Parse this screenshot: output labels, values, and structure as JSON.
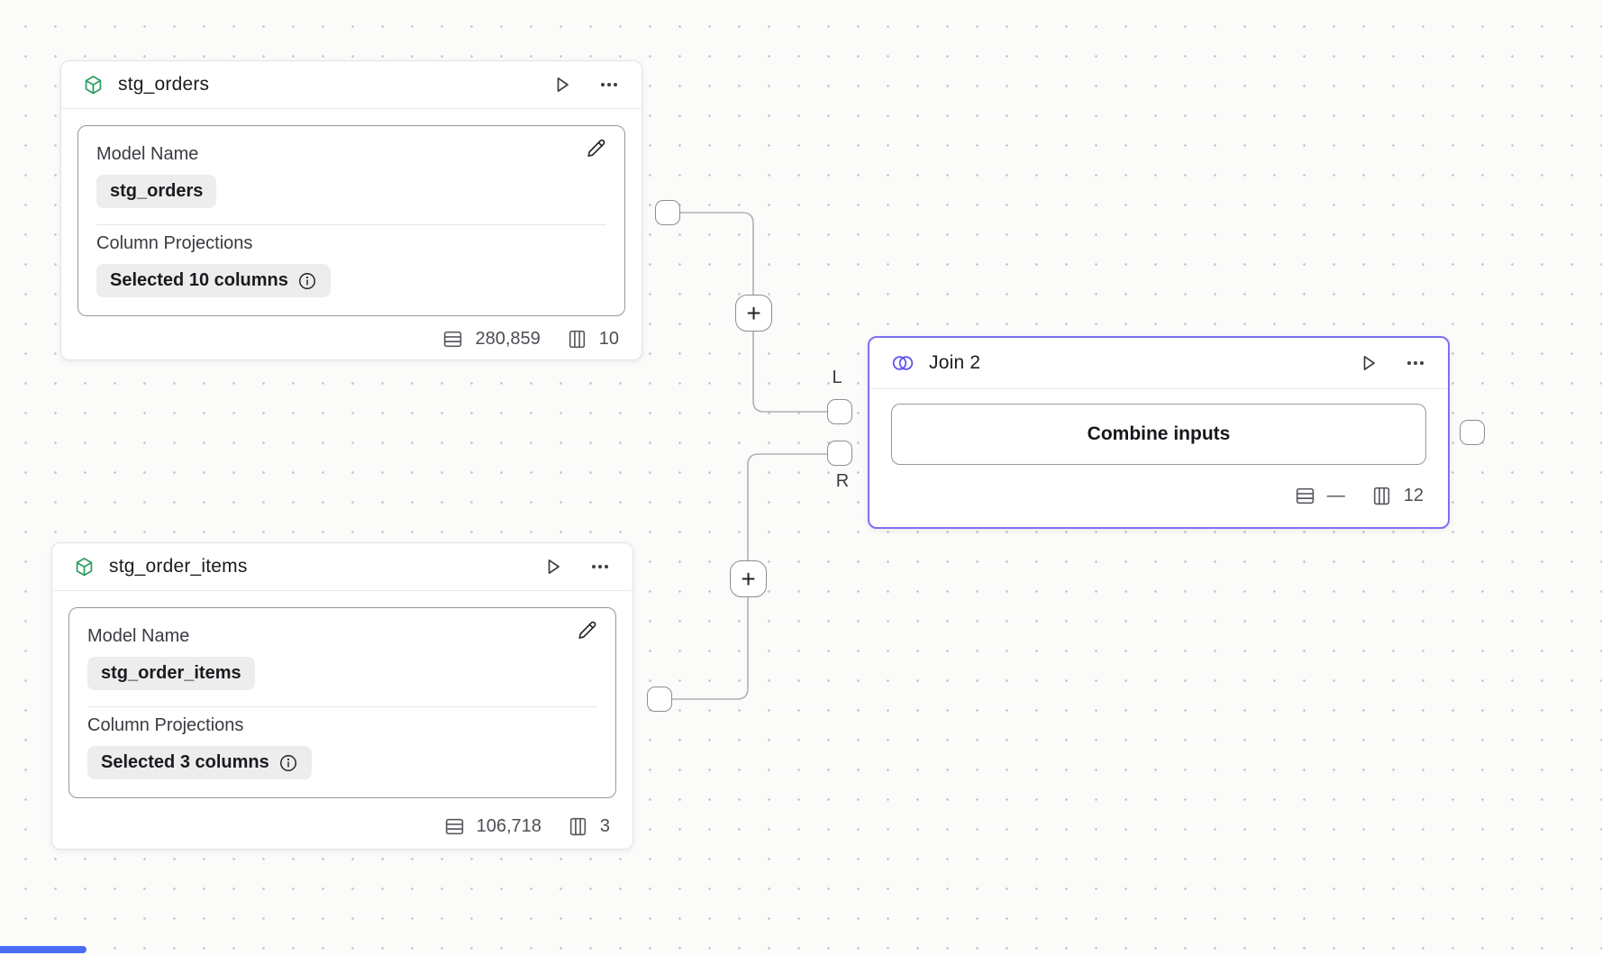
{
  "canvas": {
    "background": "#fbfbfa",
    "dot_color": "#c9c9c9"
  },
  "nodes": {
    "stg_orders": {
      "title": "stg_orders",
      "icon": "cube-icon",
      "fields": {
        "model_name": {
          "label": "Model Name",
          "value": "stg_orders"
        },
        "column_projections": {
          "label": "Column Projections",
          "value": "Selected 10 columns"
        }
      },
      "stats": {
        "rows": "280,859",
        "columns": "10"
      }
    },
    "stg_order_items": {
      "title": "stg_order_items",
      "icon": "cube-icon",
      "fields": {
        "model_name": {
          "label": "Model Name",
          "value": "stg_order_items"
        },
        "column_projections": {
          "label": "Column Projections",
          "value": "Selected 3 columns"
        }
      },
      "stats": {
        "rows": "106,718",
        "columns": "3"
      }
    },
    "join_2": {
      "title": "Join 2",
      "icon": "join-venn-icon",
      "button_label": "Combine inputs",
      "stats": {
        "rows": "—",
        "columns": "12"
      }
    }
  },
  "edges": {
    "add_step_label": "+",
    "left_input_label": "L",
    "right_input_label": "R"
  },
  "icons": [
    "cube-icon",
    "play-icon",
    "ellipsis-icon",
    "pencil-icon",
    "info-icon",
    "rows-count-icon",
    "columns-count-icon",
    "join-venn-icon"
  ],
  "colors": {
    "selected_node_border": "#7c70f2",
    "model_icon_green": "#2f9e63",
    "join_icon_purple": "#6455f0",
    "edge_gray": "#b2afb7",
    "badge_background": "#ededee",
    "scrollbar_blue": "#4a6cf7"
  }
}
